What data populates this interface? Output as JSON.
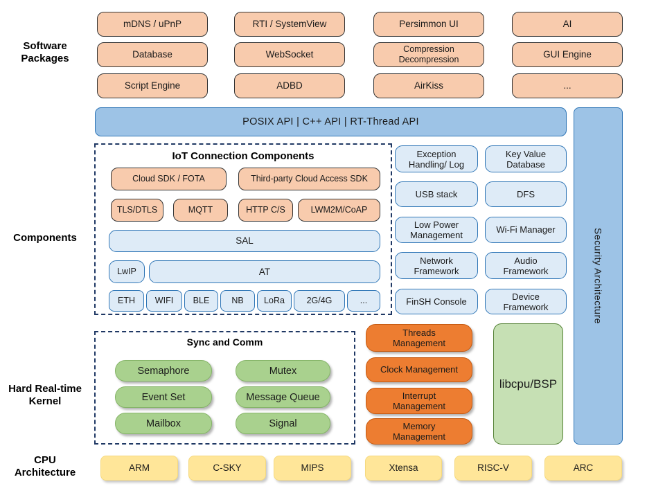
{
  "palette": {
    "package_fill": "#F8CBAD",
    "api_bar_fill": "#9DC3E6",
    "api_bar_border": "#2E75B6",
    "service_fill": "#DEEBF7",
    "service_border": "#2E75B6",
    "sync_fill": "#A9D18E",
    "management_fill": "#ED7D31",
    "libcpu_fill": "#C6E0B4",
    "cpu_fill": "#FFE699",
    "dashed_border": "#1F3864"
  },
  "side_labels": {
    "software": "Software\nPackages",
    "components": "Components",
    "kernel": "Hard Real-time\nKernel",
    "cpu": "CPU\nArchitecture"
  },
  "software_packages": [
    "mDNS / uPnP",
    "RTI / SystemView",
    "Persimmon UI",
    "AI",
    "Database",
    "WebSocket",
    "Compression\nDecompression",
    "GUI Engine",
    "Script Engine",
    "ADBD",
    "AirKiss",
    "..."
  ],
  "api_bar": "POSIX API  |  C++ API  |  RT-Thread API",
  "iot": {
    "title": "IoT Connection Components",
    "cloud_sdk": "Cloud SDK / FOTA",
    "third_party_sdk": "Third-party Cloud Access SDK",
    "protocols": [
      "TLS/DTLS",
      "MQTT",
      "HTTP C/S",
      "LWM2M/CoAP"
    ],
    "sal": "SAL",
    "lwip": "LwIP",
    "at": "AT",
    "links": [
      "ETH",
      "WIFI",
      "BLE",
      "NB",
      "LoRa",
      "2G/4G",
      "..."
    ]
  },
  "services": [
    "Exception\nHandling/ Log",
    "Key Value\nDatabase",
    "USB stack",
    "DFS",
    "Low Power\nManagement",
    "Wi-Fi Manager",
    "Network\nFramework",
    "Audio\nFramework",
    "FinSH Console",
    "Device\nFramework"
  ],
  "security": "Security Architecture",
  "kernel": {
    "sync_title": "Sync and Comm",
    "sync_items": [
      "Semaphore",
      "Mutex",
      "Event Set",
      "Message Queue",
      "Mailbox",
      "Signal"
    ],
    "management": [
      "Threads\nManagement",
      "Clock Management",
      "Interrupt\nManagement",
      "Memory\nManagement"
    ],
    "libcpu": "libcpu/BSP"
  },
  "cpu_architectures": [
    "ARM",
    "C-SKY",
    "MIPS",
    "Xtensa",
    "RISC-V",
    "ARC"
  ]
}
